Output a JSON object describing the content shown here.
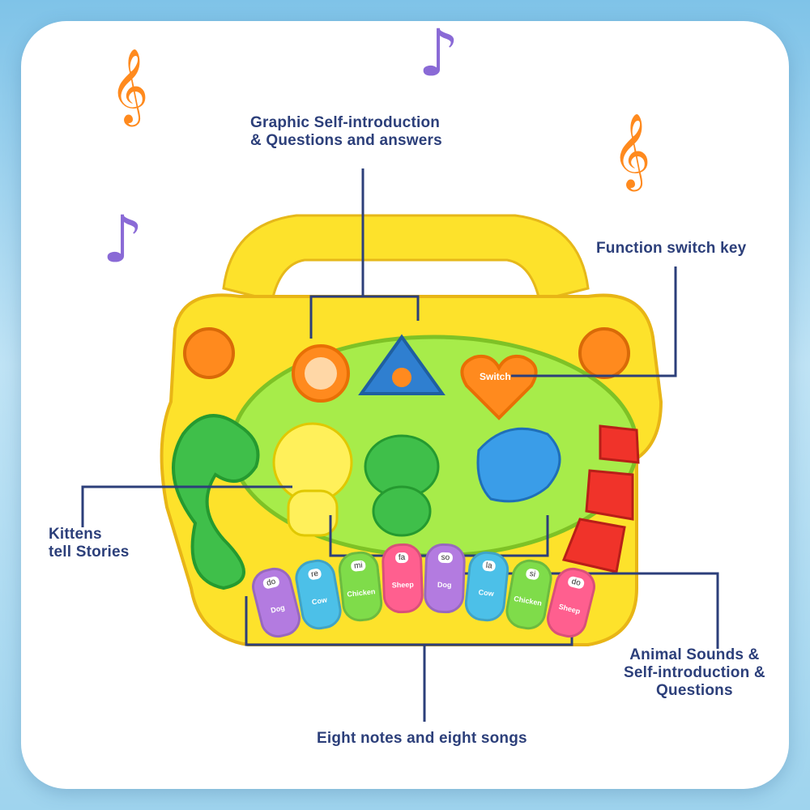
{
  "callouts": {
    "top_line1": "Graphic Self-introduction",
    "top_line2": "& Questions and answers",
    "function_switch": "Function switch key",
    "kittens_line1": "Kittens",
    "kittens_line2": "tell Stories",
    "animal_line1": "Animal Sounds &",
    "animal_line2": "Self-introduction &",
    "animal_line3": "Questions",
    "notes_songs": "Eight notes and eight songs"
  },
  "toy": {
    "switch_label": "Switch",
    "keys": [
      {
        "note": "do",
        "animal": "Dog",
        "color": "#b37be0"
      },
      {
        "note": "re",
        "animal": "Cow",
        "color": "#4cc0e8"
      },
      {
        "note": "mi",
        "animal": "Chicken",
        "color": "#7fdc4a"
      },
      {
        "note": "fa",
        "animal": "Sheep",
        "color": "#ff5f8f"
      },
      {
        "note": "so",
        "animal": "Dog",
        "color": "#b37be0"
      },
      {
        "note": "la",
        "animal": "Cow",
        "color": "#4cc0e8"
      },
      {
        "note": "si",
        "animal": "Chicken",
        "color": "#7fdc4a"
      },
      {
        "note": "do",
        "animal": "Sheep",
        "color": "#ff5f8f"
      }
    ]
  },
  "colors": {
    "label": "#2c3f7a",
    "toy_body": "#fde22b",
    "panel": "#a7ec4a",
    "orange": "#ff8a1e",
    "purple_note": "#8a6ad6",
    "red_pad": "#f0332a"
  },
  "icons": [
    "treble-clef-icon",
    "eighth-note-icon",
    "balloon-icon",
    "heart-icon"
  ]
}
